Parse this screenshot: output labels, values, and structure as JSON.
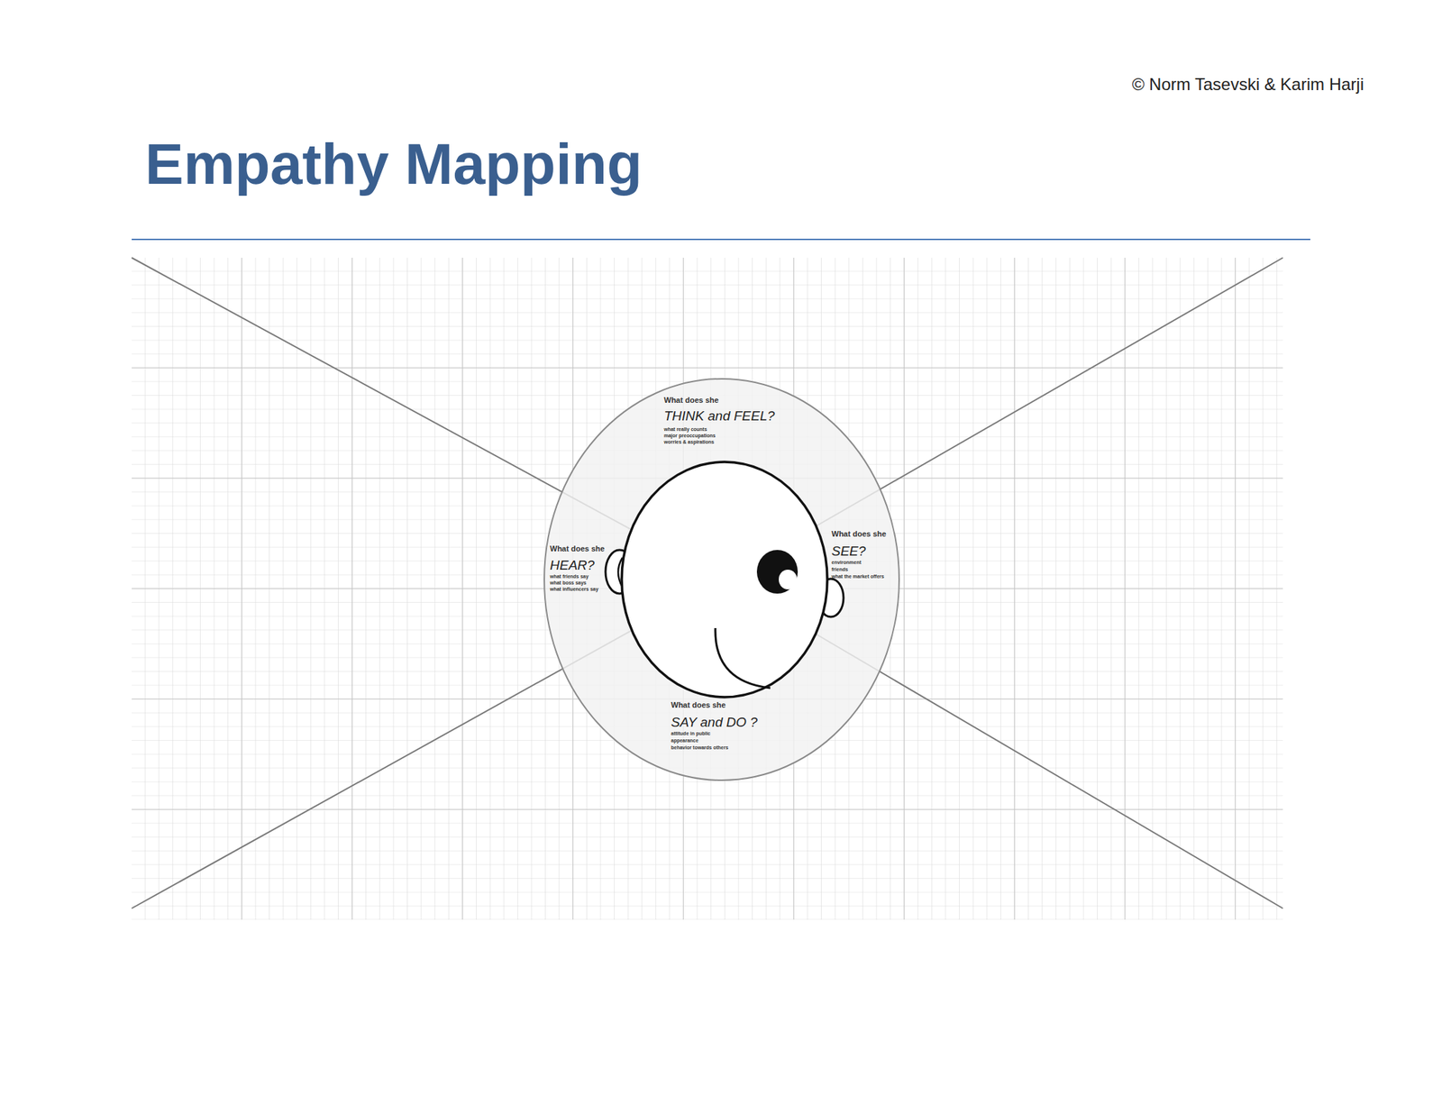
{
  "diagram": {
    "title": "Empathy Mapping",
    "labels": [
      "© Norm Tasevski & Karim Harji",
      "What does she",
      "THINK and FEEL?",
      "what really counts",
      "major preoccupations",
      "worries & aspirations",
      "What does she",
      "HEAR?",
      "what friends say",
      "what boss says",
      "what influencers say",
      "What does she",
      "SEE?",
      "environment",
      "friends",
      "what the market offers",
      "What does she",
      "SAY and DO ?",
      "attitude in public",
      "appearance",
      "behavior towards others"
    ]
  }
}
